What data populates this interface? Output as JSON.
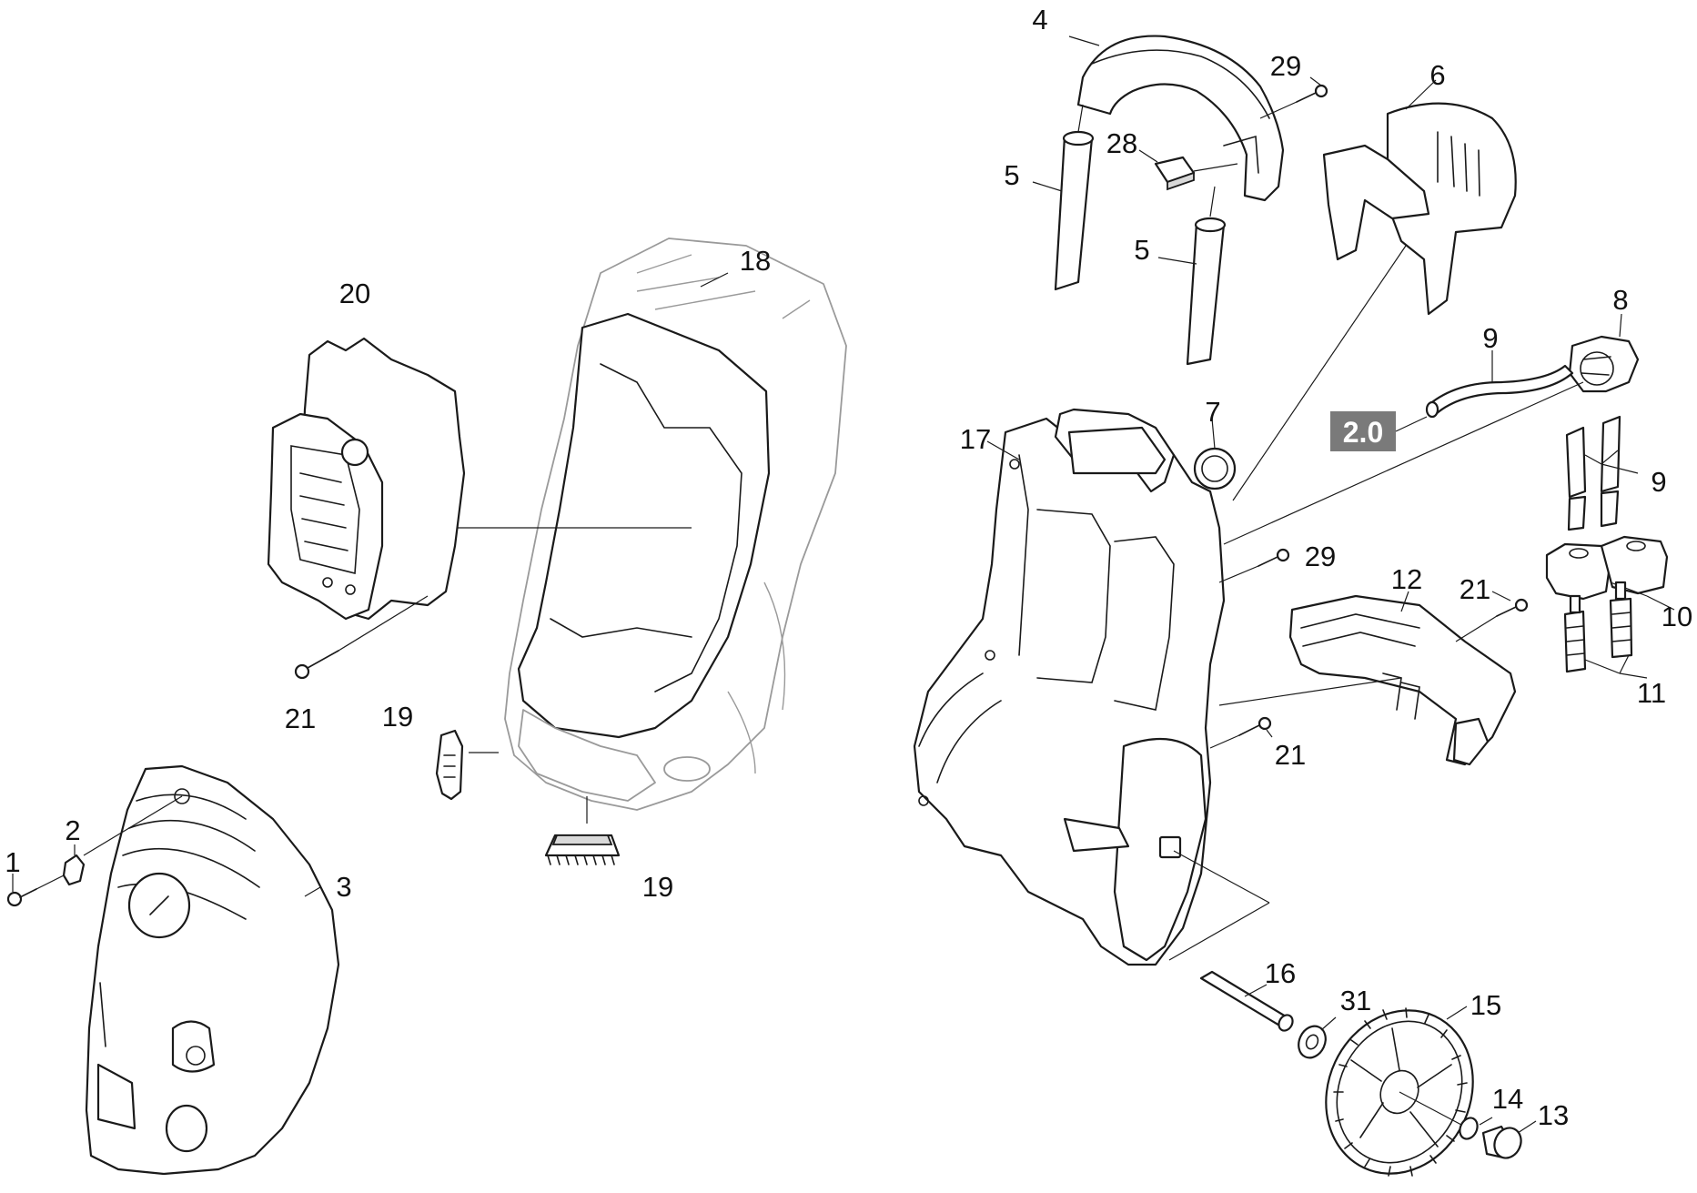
{
  "diagram": {
    "labels": {
      "l1": "1",
      "l2": "2",
      "l3": "3",
      "l4": "4",
      "l5a": "5",
      "l5b": "5",
      "l6": "6",
      "l7": "7",
      "l8": "8",
      "l9a": "9",
      "l9b": "9",
      "l10": "10",
      "l11": "11",
      "l12": "12",
      "l13": "13",
      "l14": "14",
      "l15": "15",
      "l16": "16",
      "l17": "17",
      "l18": "18",
      "l19a": "19",
      "l19b": "19",
      "l20": "20",
      "l21a": "21",
      "l21b": "21",
      "l21c": "21",
      "l28": "28",
      "l29a": "29",
      "l29b": "29",
      "l31": "31"
    },
    "badge": "2.0",
    "colors": {
      "line": "#1a1a1a",
      "badge_bg": "#7a7a7a",
      "badge_text": "#ffffff"
    }
  }
}
